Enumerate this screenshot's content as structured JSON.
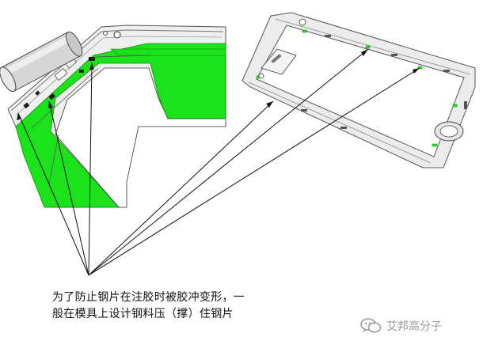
{
  "caption": {
    "line1": "为了防止钢片在注胶时被胶冲变形，一",
    "line2": "般在模具上设计钢料压（撑）住钢片"
  },
  "watermark": {
    "text": "艾邦高分子",
    "logo_icon": "wechat-logo-icon"
  },
  "colors": {
    "steel_green": "#1be21b",
    "frame_gray": "#8c8c8c",
    "leader_line": "#111111",
    "watermark_gray": "#9a9a9a"
  }
}
